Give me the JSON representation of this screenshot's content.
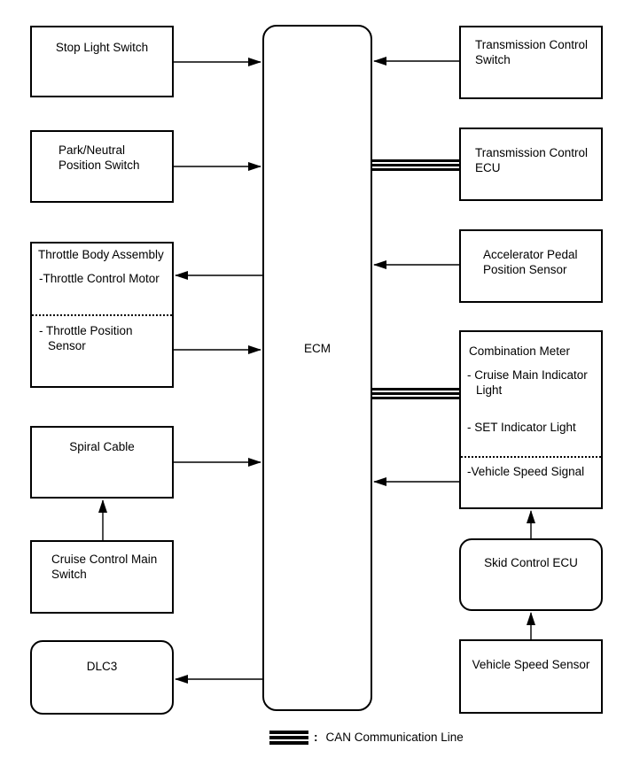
{
  "nodes": {
    "stop_light_switch": "Stop Light Switch",
    "park_neutral_position_switch": "Park/Neutral Position Switch",
    "throttle_body": {
      "title": "Throttle Body Assembly",
      "motor": "-Throttle Control Motor",
      "sensor": "- Throttle Position Sensor"
    },
    "spiral_cable": "Spiral Cable",
    "cruise_control_main_switch": "Cruise Control Main Switch",
    "dlc3": "DLC3",
    "ecm": "ECM",
    "transmission_control_switch": "Transmission Control Switch",
    "transmission_control_ecu": "Transmission Control ECU",
    "accelerator_pedal_position_sensor": "Accelerator Pedal Position Sensor",
    "combination_meter": {
      "title": "Combination Meter",
      "cruise_main_indicator": "- Cruise Main Indicator Light",
      "set_indicator": "- SET Indicator Light",
      "vehicle_speed_signal": "-Vehicle Speed Signal"
    },
    "skid_control_ecu": "Skid Control ECU",
    "vehicle_speed_sensor": "Vehicle Speed Sensor"
  },
  "legend": {
    "separator": ":",
    "label": "CAN Communication Line"
  },
  "colors": {
    "line": "#000000",
    "background": "#ffffff"
  }
}
